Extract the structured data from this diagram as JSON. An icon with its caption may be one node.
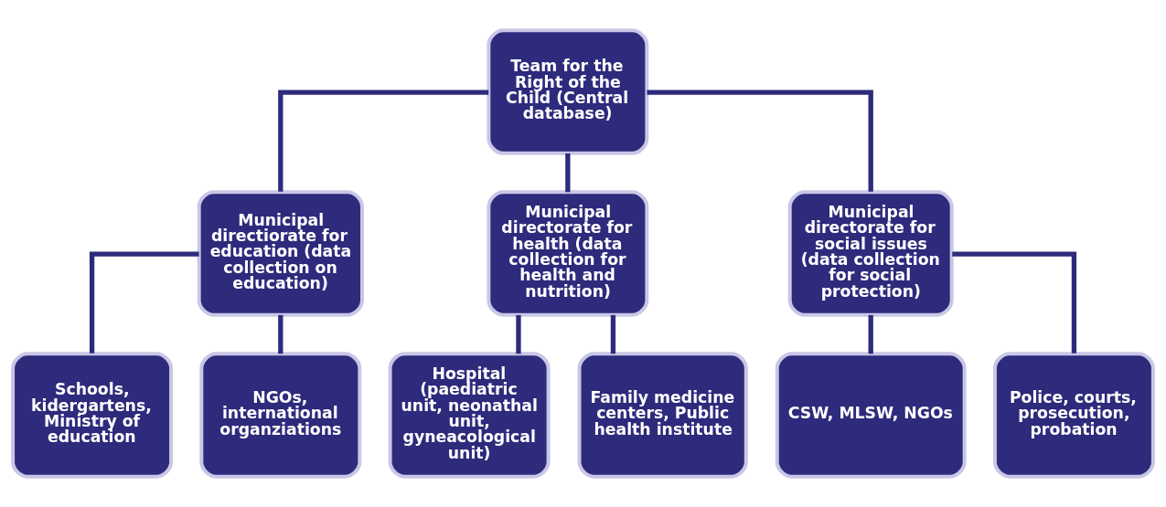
{
  "diagram": {
    "nodes": [
      {
        "text": [
          "Team for the Right of the Child (Central database)"
        ]
      },
      {
        "text": [
          "Municipal directiorate for education (data collection on education)"
        ]
      },
      {
        "text": [
          "Municipal directorate for health (data collection for health and nutrition)"
        ]
      },
      {
        "text": [
          "Municipal directorate for social issues (data collection for social protection)"
        ]
      },
      {
        "text": [
          "Schools, kidergartens, Ministry of education"
        ]
      },
      {
        "text": [
          "NGOs, international organziations"
        ]
      },
      {
        "text": [
          "Hospital (paediatric unit, neonathal unit, gyneacological unit)"
        ]
      },
      {
        "text": [
          "Family medicine centers, Public health institute"
        ]
      },
      {
        "text": [
          "CSW, MLSW, NGOs"
        ]
      },
      {
        "text": [
          "Police, courts, prosecution, probation"
        ]
      }
    ],
    "edges": [
      {
        "from": 0,
        "to": 1,
        "arrow": "none"
      },
      {
        "from": 0,
        "to": 2,
        "arrow": "none"
      },
      {
        "from": 0,
        "to": 3,
        "arrow": "none"
      },
      {
        "from": 1,
        "to": 4,
        "arrow": "none"
      },
      {
        "from": 1,
        "to": 5,
        "arrow": "none"
      },
      {
        "from": 2,
        "to": 6,
        "arrow": "none"
      },
      {
        "from": 2,
        "to": 7,
        "arrow": "none"
      },
      {
        "from": 3,
        "to": 8,
        "arrow": "none"
      },
      {
        "from": 3,
        "to": 9,
        "arrow": "none"
      }
    ]
  }
}
